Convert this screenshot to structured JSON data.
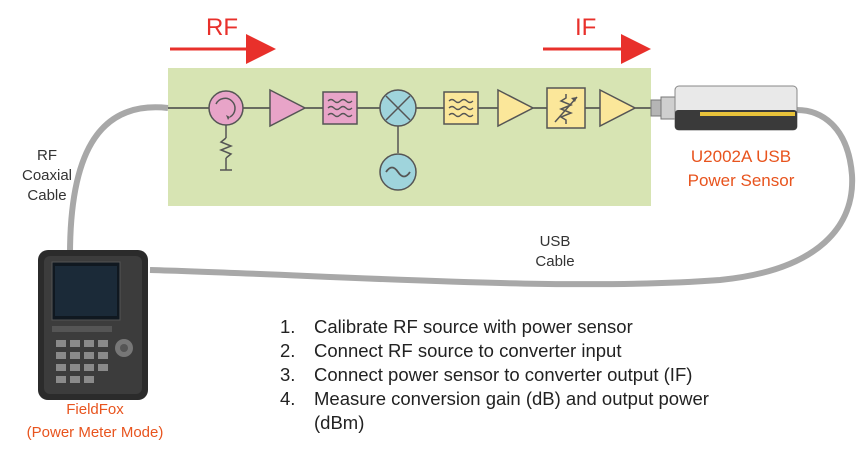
{
  "labels": {
    "rf_flow": "RF",
    "if_flow": "IF",
    "rf_cable": [
      "RF",
      "Coaxial",
      "Cable"
    ],
    "usb_cable": [
      "USB",
      "Cable"
    ],
    "sensor": [
      "U2002A USB",
      "Power Sensor"
    ],
    "fieldfox": [
      "FieldFox",
      "(Power Meter Mode)"
    ]
  },
  "steps": [
    {
      "num": "1.",
      "text": "Calibrate RF source with power sensor"
    },
    {
      "num": "2.",
      "text": "Connect RF source to converter input"
    },
    {
      "num": "3.",
      "text": "Connect power sensor to converter output (IF)"
    },
    {
      "num": "4.",
      "text": "Measure conversion gain (dB) and output power",
      "cont": "(dBm)"
    }
  ],
  "colors": {
    "arrow_red": "#e8302b",
    "panel_green": "#d7e4b3",
    "rf_block_pink": "#e8a4c8",
    "if_block_yellow": "#fbe79a",
    "lo_teal": "#9fd4dc",
    "label_orange": "#e8541e"
  }
}
